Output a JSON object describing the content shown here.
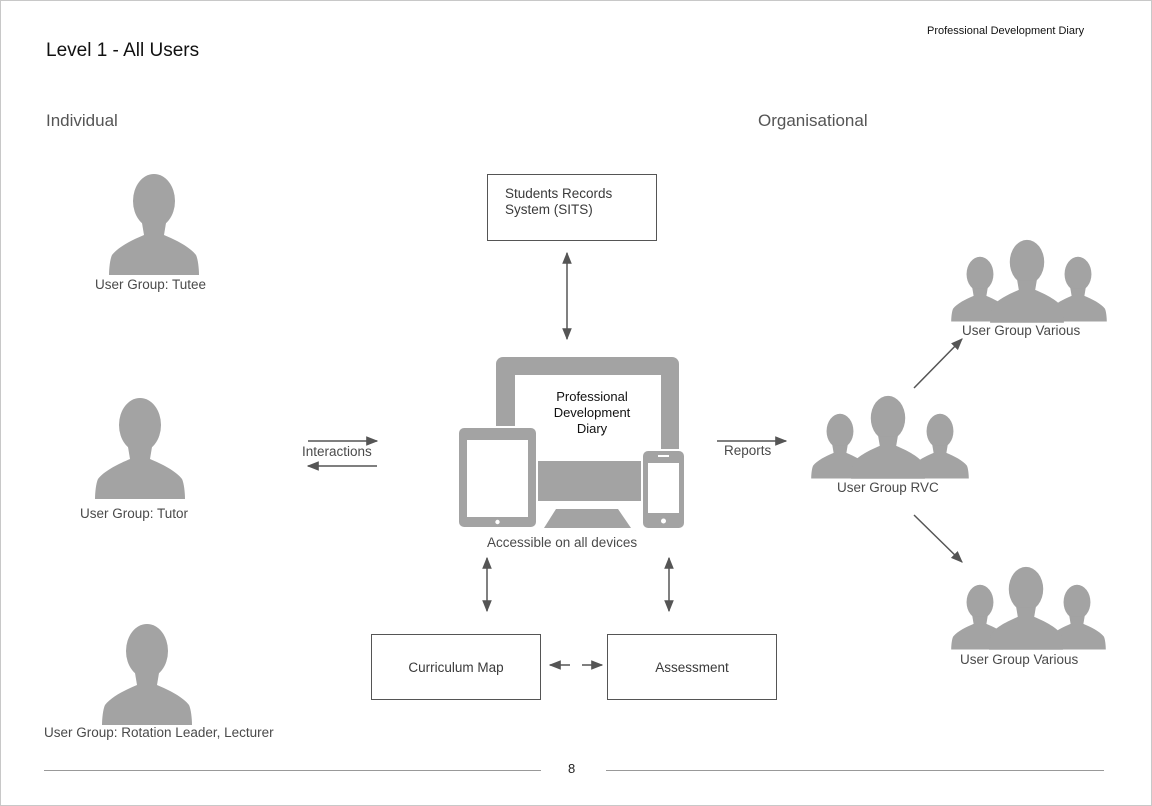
{
  "header": {
    "document_title": "Professional Development Diary",
    "page_title": "Level 1 - All Users"
  },
  "sections": {
    "left": "Individual",
    "right": "Organisational"
  },
  "individual_users": [
    {
      "label": "User Group: Tutee"
    },
    {
      "label": "User Group: Tutor"
    },
    {
      "label": "User Group: Rotation Leader, Lecturer"
    }
  ],
  "center": {
    "sits_line1": "Students Records",
    "sits_line2": "System (SITS)",
    "screen_line1": "Professional",
    "screen_line2": "Development",
    "screen_line3": "Diary",
    "devices_caption": "Accessible on all devices",
    "curriculum_map": "Curriculum Map",
    "assessment": "Assessment",
    "interactions": "Interactions",
    "reports": "Reports"
  },
  "organisational_users": {
    "top": "User Group Various",
    "middle": "User Group RVC",
    "bottom": "User Group Various"
  },
  "footer": {
    "page_number": "8"
  },
  "colors": {
    "icon_gray": "#a3a3a3",
    "arrow_gray": "#555555"
  }
}
